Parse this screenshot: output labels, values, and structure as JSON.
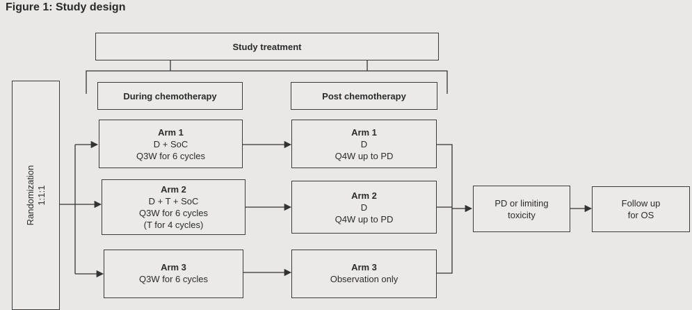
{
  "figure": {
    "title": "Figure 1: Study design"
  },
  "study_treatment": {
    "label": "Study treatment"
  },
  "phases": {
    "during": "During chemotherapy",
    "post": "Post chemotherapy"
  },
  "randomization": {
    "line1": "Randomization",
    "line2": "1:1:1"
  },
  "arms_during": [
    {
      "name": "Arm 1",
      "lines": [
        "D + SoC",
        "Q3W for 6 cycles"
      ]
    },
    {
      "name": "Arm 2",
      "lines": [
        "D + T + SoC",
        "Q3W for 6 cycles",
        "(T for 4 cycles)"
      ]
    },
    {
      "name": "Arm 3",
      "lines": [
        "Q3W for 6 cycles"
      ]
    }
  ],
  "arms_post": [
    {
      "name": "Arm 1",
      "lines": [
        "D",
        "Q4W up to PD"
      ]
    },
    {
      "name": "Arm 2",
      "lines": [
        "D",
        "Q4W up to PD"
      ]
    },
    {
      "name": "Arm 3",
      "lines": [
        "Observation only"
      ]
    }
  ],
  "outcome": {
    "line1": "PD or limiting",
    "line2": "toxicity"
  },
  "follow_up": {
    "line1": "Follow up",
    "line2": "for OS"
  },
  "colors": {
    "line": "#333333",
    "background": "#e9e8e6"
  }
}
